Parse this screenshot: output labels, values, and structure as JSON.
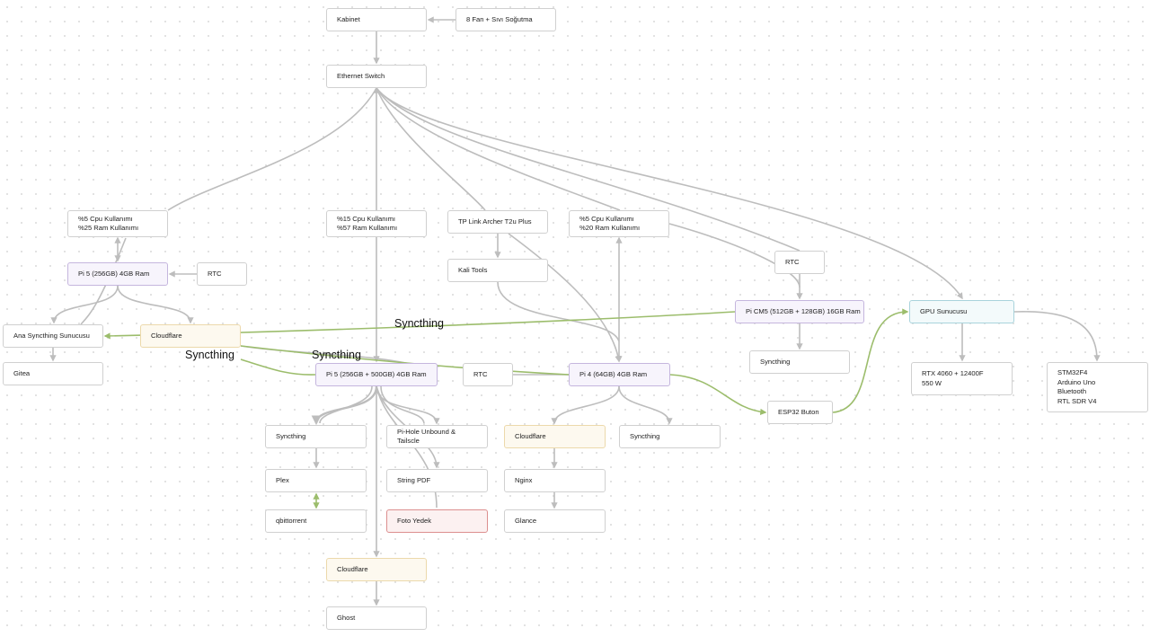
{
  "nodes": {
    "kabinet": {
      "label": "Kabinet"
    },
    "cooling": {
      "label": "8 Fan + Sıvı Soğutma"
    },
    "ethernet_switch": {
      "label": "Ethernet Switch"
    },
    "stats_pi5_4gb": {
      "lines": [
        "%5 Cpu Kullanımı",
        "%25 Ram Kullanımı"
      ]
    },
    "stats_pi5_main": {
      "lines": [
        "%15 Cpu Kullanımı",
        "%57 Ram Kullanımı"
      ]
    },
    "tp_link": {
      "label": "TP Link Archer T2u Plus"
    },
    "stats_pi4": {
      "lines": [
        "%5 Cpu Kullanımı",
        "%20 Ram Kullanımı"
      ]
    },
    "pi5_4gb": {
      "label": "Pi 5 (256GB) 4GB Ram"
    },
    "rtc_1": {
      "label": "RTC"
    },
    "kali_tools": {
      "label": "Kali Tools"
    },
    "rtc_cm5": {
      "label": "RTC"
    },
    "ana_syncthing": {
      "label": "Ana Syncthing Sunucusu"
    },
    "cloudflare_left": {
      "label": "Cloudflare"
    },
    "pi_cm5": {
      "label": "Pi CM5 (512GB + 128GB) 16GB Ram"
    },
    "gpu_sunucusu": {
      "label": "GPU Sunucusu"
    },
    "gitea": {
      "label": "Gitea"
    },
    "pi5_main": {
      "label": "Pi 5 (256GB + 500GB) 4GB Ram"
    },
    "rtc_mid": {
      "label": "RTC"
    },
    "pi4": {
      "label": "Pi 4 (64GB) 4GB Ram"
    },
    "syncthing_cm5": {
      "label": "Syncthing"
    },
    "rtx": {
      "lines": [
        "RTX 4060 + 12400F",
        "550 W"
      ]
    },
    "stm32": {
      "lines": [
        "STM32F4",
        "Arduino Uno",
        "Bluetooth",
        "RTL SDR V4"
      ]
    },
    "esp32": {
      "label": "ESP32 Buton"
    },
    "syncthing_pi5": {
      "label": "Syncthing"
    },
    "pihole": {
      "lines": [
        "Pi-Hole Unbound &",
        "Tailscle"
      ]
    },
    "cloudflare_pi4": {
      "label": "Cloudflare"
    },
    "syncthing_pi4": {
      "label": "Syncthing"
    },
    "plex": {
      "label": "Plex"
    },
    "string_pdf": {
      "label": "String PDF"
    },
    "nginx": {
      "label": "Nginx"
    },
    "qbittorrent": {
      "label": "qbittorrent"
    },
    "foto_yedek": {
      "label": "Foto Yedek"
    },
    "glance": {
      "label": "Glance"
    },
    "cloudflare_bottom": {
      "label": "Cloudflare"
    },
    "ghost": {
      "label": "Ghost"
    }
  },
  "edge_labels": {
    "syncthing_top": "Syncthing",
    "syncthing_mid": "Syncthing",
    "syncthing_left": "Syncthing"
  },
  "colors": {
    "edge_gray": "#bdbdbd",
    "edge_green": "#9cbd6c",
    "purple_fill": "#f7f4fc",
    "yellow_fill": "#fdf9ef",
    "red_fill": "#fcf1f1",
    "teal_fill": "#f3fafb"
  }
}
